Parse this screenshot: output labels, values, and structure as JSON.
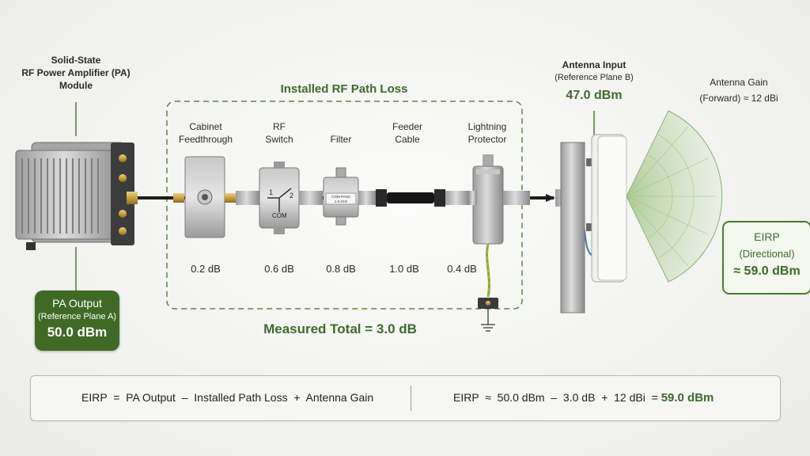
{
  "pa_module": {
    "title": [
      "Solid-State",
      "RF Power Amplifier (PA)",
      "Module"
    ]
  },
  "pa_output": {
    "title": "PA Output",
    "subtitle": "(Reference Plane A)",
    "value": "50.0 dBm"
  },
  "path_loss": {
    "title": "Installed RF Path Loss",
    "components": [
      {
        "name": [
          "Cabinet",
          "Feedthrough"
        ],
        "loss": "0.2 dB"
      },
      {
        "name": [
          "RF",
          "Switch"
        ],
        "loss": "0.6 dB"
      },
      {
        "name": [
          "Filter"
        ],
        "loss": "0.8 dB"
      },
      {
        "name": [
          "Feeder",
          "Cable"
        ],
        "loss": "1.0 dB"
      },
      {
        "name": [
          "Lightning",
          "Protector"
        ],
        "loss": "0.4 dB"
      }
    ],
    "total": "Measured Total = 3.0 dB"
  },
  "switch_ports": {
    "p1": "1",
    "p2": "2",
    "com": "COM"
  },
  "filter_label": [
    "COM PASS",
    "1.6 GHz"
  ],
  "antenna_input": {
    "title": "Antenna Input",
    "subtitle": "(Reference Plane B)",
    "value": "47.0 dBm"
  },
  "antenna_gain": {
    "title": "Antenna Gain",
    "value": "(Forward) ≈ 12 dBi"
  },
  "eirp_box": {
    "title": "EIRP",
    "subtitle": "(Directional)",
    "value": "≈ 59.0 dBm"
  },
  "formula": {
    "left": "EIRP  =  PA Output  –  Installed Path Loss  +  Antenna Gain",
    "right_prefix": "EIRP  ≈  50.0 dBm  –  3.0 dB  +  12 dBi  =",
    "right_result": "59.0 dBm"
  },
  "colors": {
    "accent": "#3e6a26",
    "accent_text": "#3d6b2a",
    "dash": "#5a8a3a"
  }
}
